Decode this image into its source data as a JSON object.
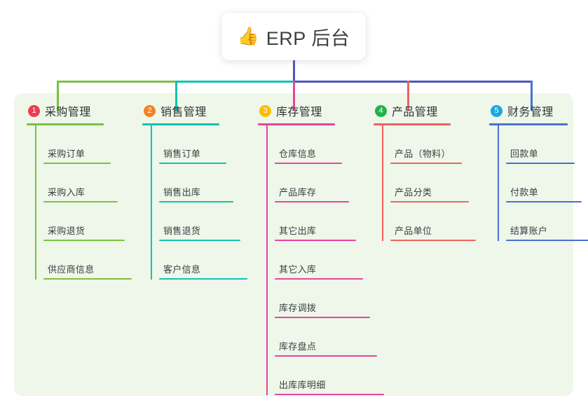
{
  "root": {
    "icon": "thumbs-up-icon",
    "emoji": "👍",
    "title": "ERP 后台"
  },
  "colors": {
    "panel_bg": "#eef7e9",
    "root_stem": "#4b57bf",
    "col1": "#7ac143",
    "col2": "#13c2b0",
    "col3": "#e8459c",
    "col4": "#f0625f",
    "col5": "#4b6fd1",
    "badge1": "#ef3b4f",
    "badge2": "#f58220",
    "badge3": "#fbbc05",
    "badge4": "#21b24b",
    "badge5": "#1ca7e0"
  },
  "columns": [
    {
      "index": "1",
      "title": "采购管理",
      "line_color": "#7ac143",
      "badge_color": "#ef3b4f",
      "items": [
        "采购订单",
        "采购入库",
        "采购退货",
        "供应商信息"
      ]
    },
    {
      "index": "2",
      "title": "销售管理",
      "line_color": "#13c2b0",
      "badge_color": "#f58220",
      "items": [
        "销售订单",
        "销售出库",
        "销售退货",
        "客户信息"
      ]
    },
    {
      "index": "3",
      "title": "库存管理",
      "line_color": "#e8459c",
      "badge_color": "#fbbc05",
      "items": [
        "仓库信息",
        "产品库存",
        "其它出库",
        "其它入库",
        "库存调拨",
        "库存盘点",
        "出库库明细"
      ]
    },
    {
      "index": "4",
      "title": "产品管理",
      "line_color": "#f0625f",
      "badge_color": "#21b24b",
      "items": [
        "产品（物料）",
        "产品分类",
        "产品单位"
      ]
    },
    {
      "index": "5",
      "title": "财务管理",
      "line_color": "#4b6fd1",
      "badge_color": "#1ca7e0",
      "items": [
        "回款单",
        "付款单",
        "结算账户"
      ]
    }
  ]
}
